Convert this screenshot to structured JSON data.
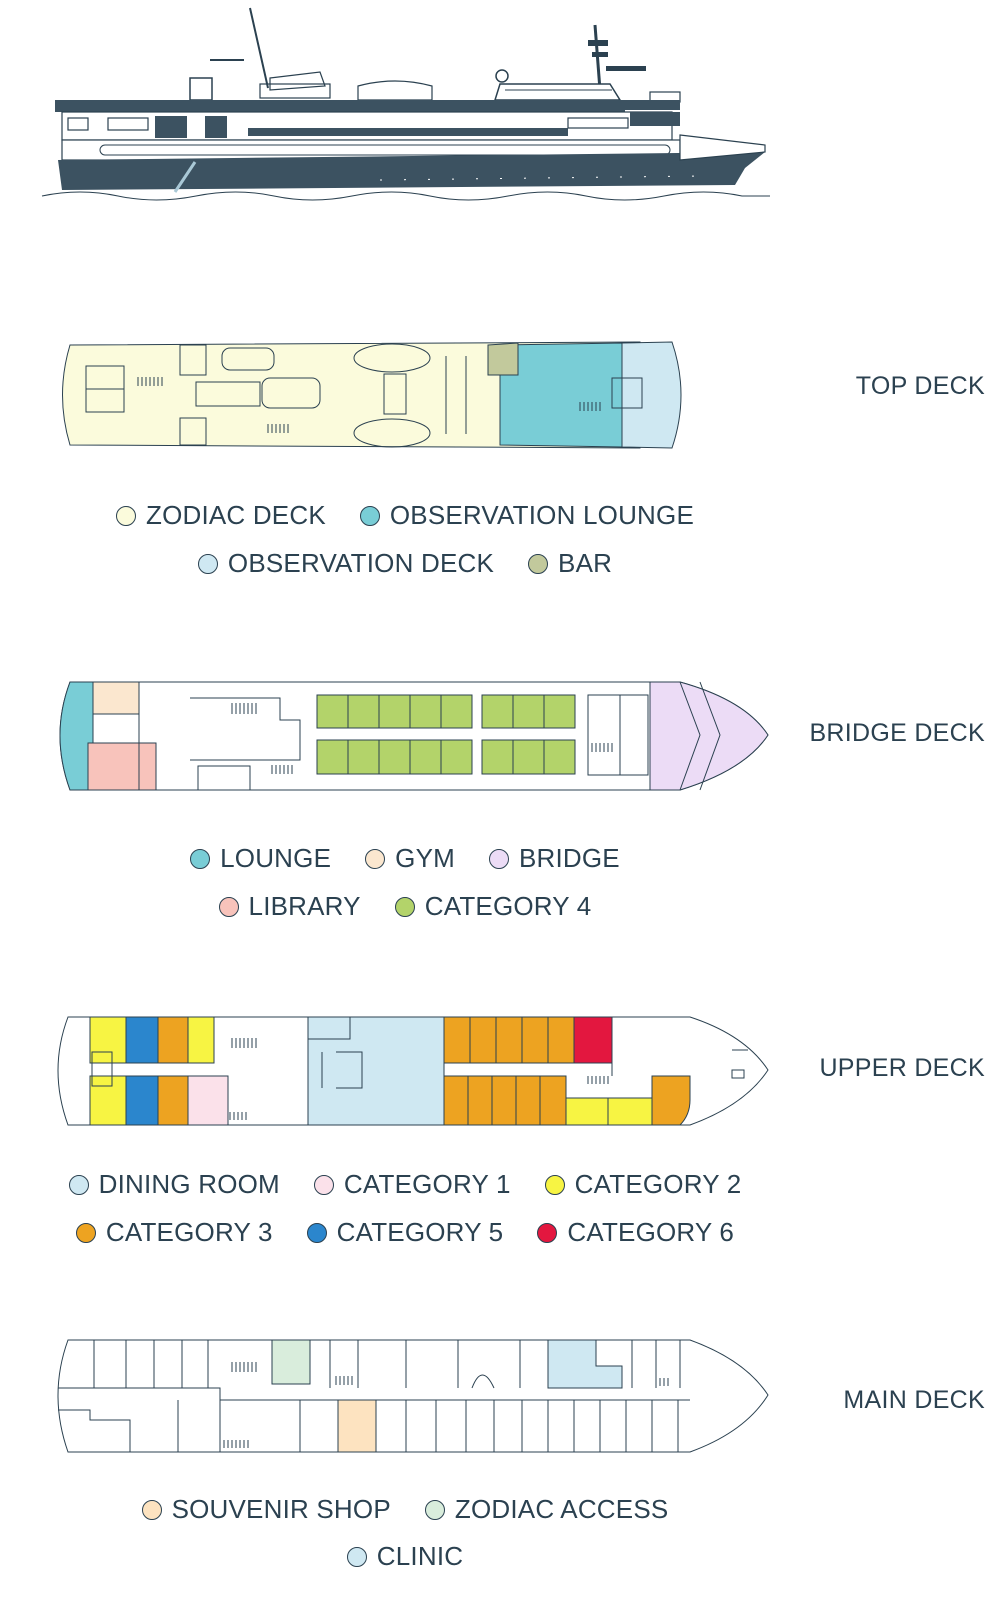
{
  "decks": {
    "top": {
      "title": "TOP DECK",
      "legend": [
        {
          "label": "ZODIAC DECK",
          "color": "#fbfbdc"
        },
        {
          "label": "OBSERVATION LOUNGE",
          "color": "#79cdd6"
        },
        {
          "label": "OBSERVATION DECK",
          "color": "#cfe8f2"
        },
        {
          "label": "BAR",
          "color": "#c2c99c"
        }
      ]
    },
    "bridge": {
      "title": "BRIDGE DECK",
      "legend": [
        {
          "label": "LOUNGE",
          "color": "#79cdd6"
        },
        {
          "label": "GYM",
          "color": "#fbe7cf"
        },
        {
          "label": "BRIDGE",
          "color": "#ecdcf6"
        },
        {
          "label": "LIBRARY",
          "color": "#f8c3bb"
        },
        {
          "label": "CATEGORY 4",
          "color": "#b3d36a"
        }
      ]
    },
    "upper": {
      "title": "UPPER DECK",
      "legend": [
        {
          "label": "DINING ROOM",
          "color": "#cfe8f2"
        },
        {
          "label": "CATEGORY 1",
          "color": "#fbe1ea"
        },
        {
          "label": "CATEGORY 2",
          "color": "#f7f443"
        },
        {
          "label": "CATEGORY 3",
          "color": "#eda321"
        },
        {
          "label": "CATEGORY 5",
          "color": "#2b86cd"
        },
        {
          "label": "CATEGORY 6",
          "color": "#e3173f"
        }
      ]
    },
    "main": {
      "title": "MAIN DECK",
      "legend": [
        {
          "label": "SOUVENIR SHOP",
          "color": "#fde3c0"
        },
        {
          "label": "ZODIAC ACCESS",
          "color": "#d9eddc"
        },
        {
          "label": "CLINIC",
          "color": "#cfe8f2"
        }
      ]
    }
  }
}
